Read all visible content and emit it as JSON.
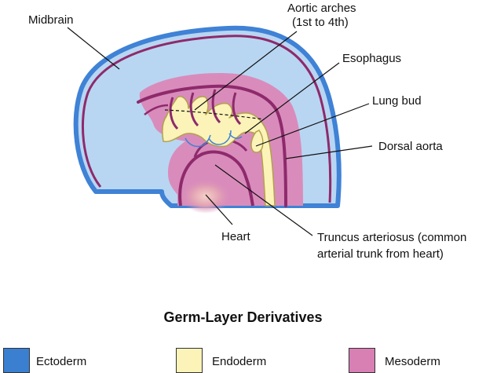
{
  "labels": {
    "midbrain": "Midbrain",
    "aortic_arches_line1": "Aortic arches",
    "aortic_arches_line2": "(1st to 4th)",
    "esophagus": "Esophagus",
    "lung_bud": "Lung bud",
    "dorsal_aorta": "Dorsal aorta",
    "heart": "Heart",
    "truncus_line1": "Truncus arteriosus (common",
    "truncus_line2": "arterial trunk from heart)"
  },
  "legend": {
    "title": "Germ-Layer Derivatives",
    "items": [
      {
        "label": "Ectoderm",
        "color": "#3b7fd0"
      },
      {
        "label": "Endoderm",
        "color": "#fbf3b8"
      },
      {
        "label": "Mesoderm",
        "color": "#d87fb4"
      }
    ]
  },
  "colors": {
    "ectoderm_fill": "#b8d6f2",
    "ectoderm_outline": "#3f82d6",
    "mesoderm_fill": "#d98cbb",
    "mesoderm_line": "#8e2a6c",
    "endoderm_fill": "#fbf3b8",
    "endoderm_outline": "#b2a24a"
  }
}
